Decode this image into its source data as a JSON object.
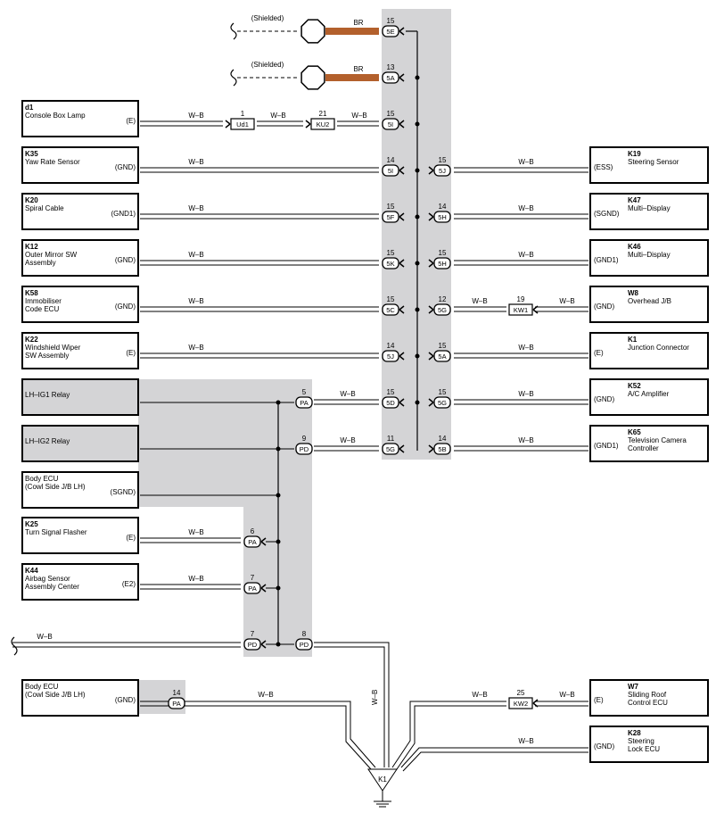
{
  "wire_color": "W–B",
  "shield_color": "BR",
  "shielded_label": "(Shielded)",
  "ground_label": "K1",
  "shields": [
    {
      "pin": "15",
      "conn": "5E"
    },
    {
      "pin": "13",
      "conn": "5A"
    }
  ],
  "left_components": [
    {
      "code": "d1",
      "name": [
        "Console Box Lamp"
      ],
      "term": "(E)"
    },
    {
      "code": "K35",
      "name": [
        "Yaw Rate Sensor"
      ],
      "term": "(GND)"
    },
    {
      "code": "K20",
      "name": [
        "Spiral Cable"
      ],
      "term": "(GND1)"
    },
    {
      "code": "K12",
      "name": [
        "Outer Mirror SW",
        "Assembly"
      ],
      "term": "(GND)"
    },
    {
      "code": "K58",
      "name": [
        "Immobiliser",
        "Code ECU"
      ],
      "term": "(GND)"
    },
    {
      "code": "K22",
      "name": [
        "Windshield Wiper",
        "SW Assembly"
      ],
      "term": "(E)"
    },
    {
      "code": "",
      "name": [
        "LH–IG1 Relay"
      ],
      "term": ""
    },
    {
      "code": "",
      "name": [
        "LH–IG2 Relay"
      ],
      "term": ""
    },
    {
      "code": "",
      "name": [
        "Body ECU",
        "(Cowl Side J/B LH)"
      ],
      "term": "(SGND)"
    },
    {
      "code": "K25",
      "name": [
        "Turn Signal Flasher"
      ],
      "term": "(E)"
    },
    {
      "code": "K44",
      "name": [
        "Airbag Sensor",
        "Assembly Center"
      ],
      "term": "(E2)"
    },
    {
      "code": "",
      "name": [
        "Body ECU",
        "(Cowl Side J/B LH)"
      ],
      "term": "(GND)"
    }
  ],
  "right_components": [
    {
      "code": "K19",
      "name": [
        "Steering Sensor"
      ],
      "term": "(ESS)"
    },
    {
      "code": "K47",
      "name": [
        "Multi–Display"
      ],
      "term": "(SGND)"
    },
    {
      "code": "K46",
      "name": [
        "Multi–Display"
      ],
      "term": "(GND1)"
    },
    {
      "code": "W8",
      "name": [
        "Overhead J/B"
      ],
      "term": "(GND)"
    },
    {
      "code": "K1",
      "name": [
        "Junction Connector"
      ],
      "term": "(E)"
    },
    {
      "code": "K52",
      "name": [
        "A/C Amplifier"
      ],
      "term": "(GND)"
    },
    {
      "code": "K65",
      "name": [
        "Television Camera",
        "Controller"
      ],
      "term": "(GND1)"
    },
    {
      "code": "W7",
      "name": [
        "Sliding Roof",
        "Control ECU"
      ],
      "term": "(E)"
    },
    {
      "code": "K28",
      "name": [
        "Steering",
        "Lock ECU"
      ],
      "term": "(GND)"
    }
  ],
  "inline_connectors": [
    {
      "pin": "1",
      "conn": "Ud1"
    },
    {
      "pin": "21",
      "conn": "KU2"
    },
    {
      "pin": "19",
      "conn": "KW1"
    },
    {
      "pin": "25",
      "conn": "KW2"
    }
  ],
  "junction_left": [
    {
      "pin": "15",
      "conn": "5I"
    },
    {
      "pin": "14",
      "conn": "5I"
    },
    {
      "pin": "15",
      "conn": "5F"
    },
    {
      "pin": "15",
      "conn": "5K"
    },
    {
      "pin": "15",
      "conn": "5C"
    },
    {
      "pin": "14",
      "conn": "5J"
    },
    {
      "pin": "15",
      "conn": "5D"
    },
    {
      "pin": "11",
      "conn": "5G"
    }
  ],
  "junction_right": [
    {
      "pin": "15",
      "conn": "5J"
    },
    {
      "pin": "14",
      "conn": "5H"
    },
    {
      "pin": "15",
      "conn": "5H"
    },
    {
      "pin": "12",
      "conn": "5G"
    },
    {
      "pin": "15",
      "conn": "5A"
    },
    {
      "pin": "15",
      "conn": "5G"
    },
    {
      "pin": "14",
      "conn": "5B"
    }
  ],
  "relay_connectors": [
    {
      "pin": "5",
      "conn": "PA"
    },
    {
      "pin": "9",
      "conn": "PD"
    },
    {
      "pin": "6",
      "conn": "PA"
    },
    {
      "pin": "7",
      "conn": "PA"
    },
    {
      "pin": "7",
      "conn": "PD"
    },
    {
      "pin": "8",
      "conn": "PD"
    },
    {
      "pin": "14",
      "conn": "PA"
    }
  ]
}
